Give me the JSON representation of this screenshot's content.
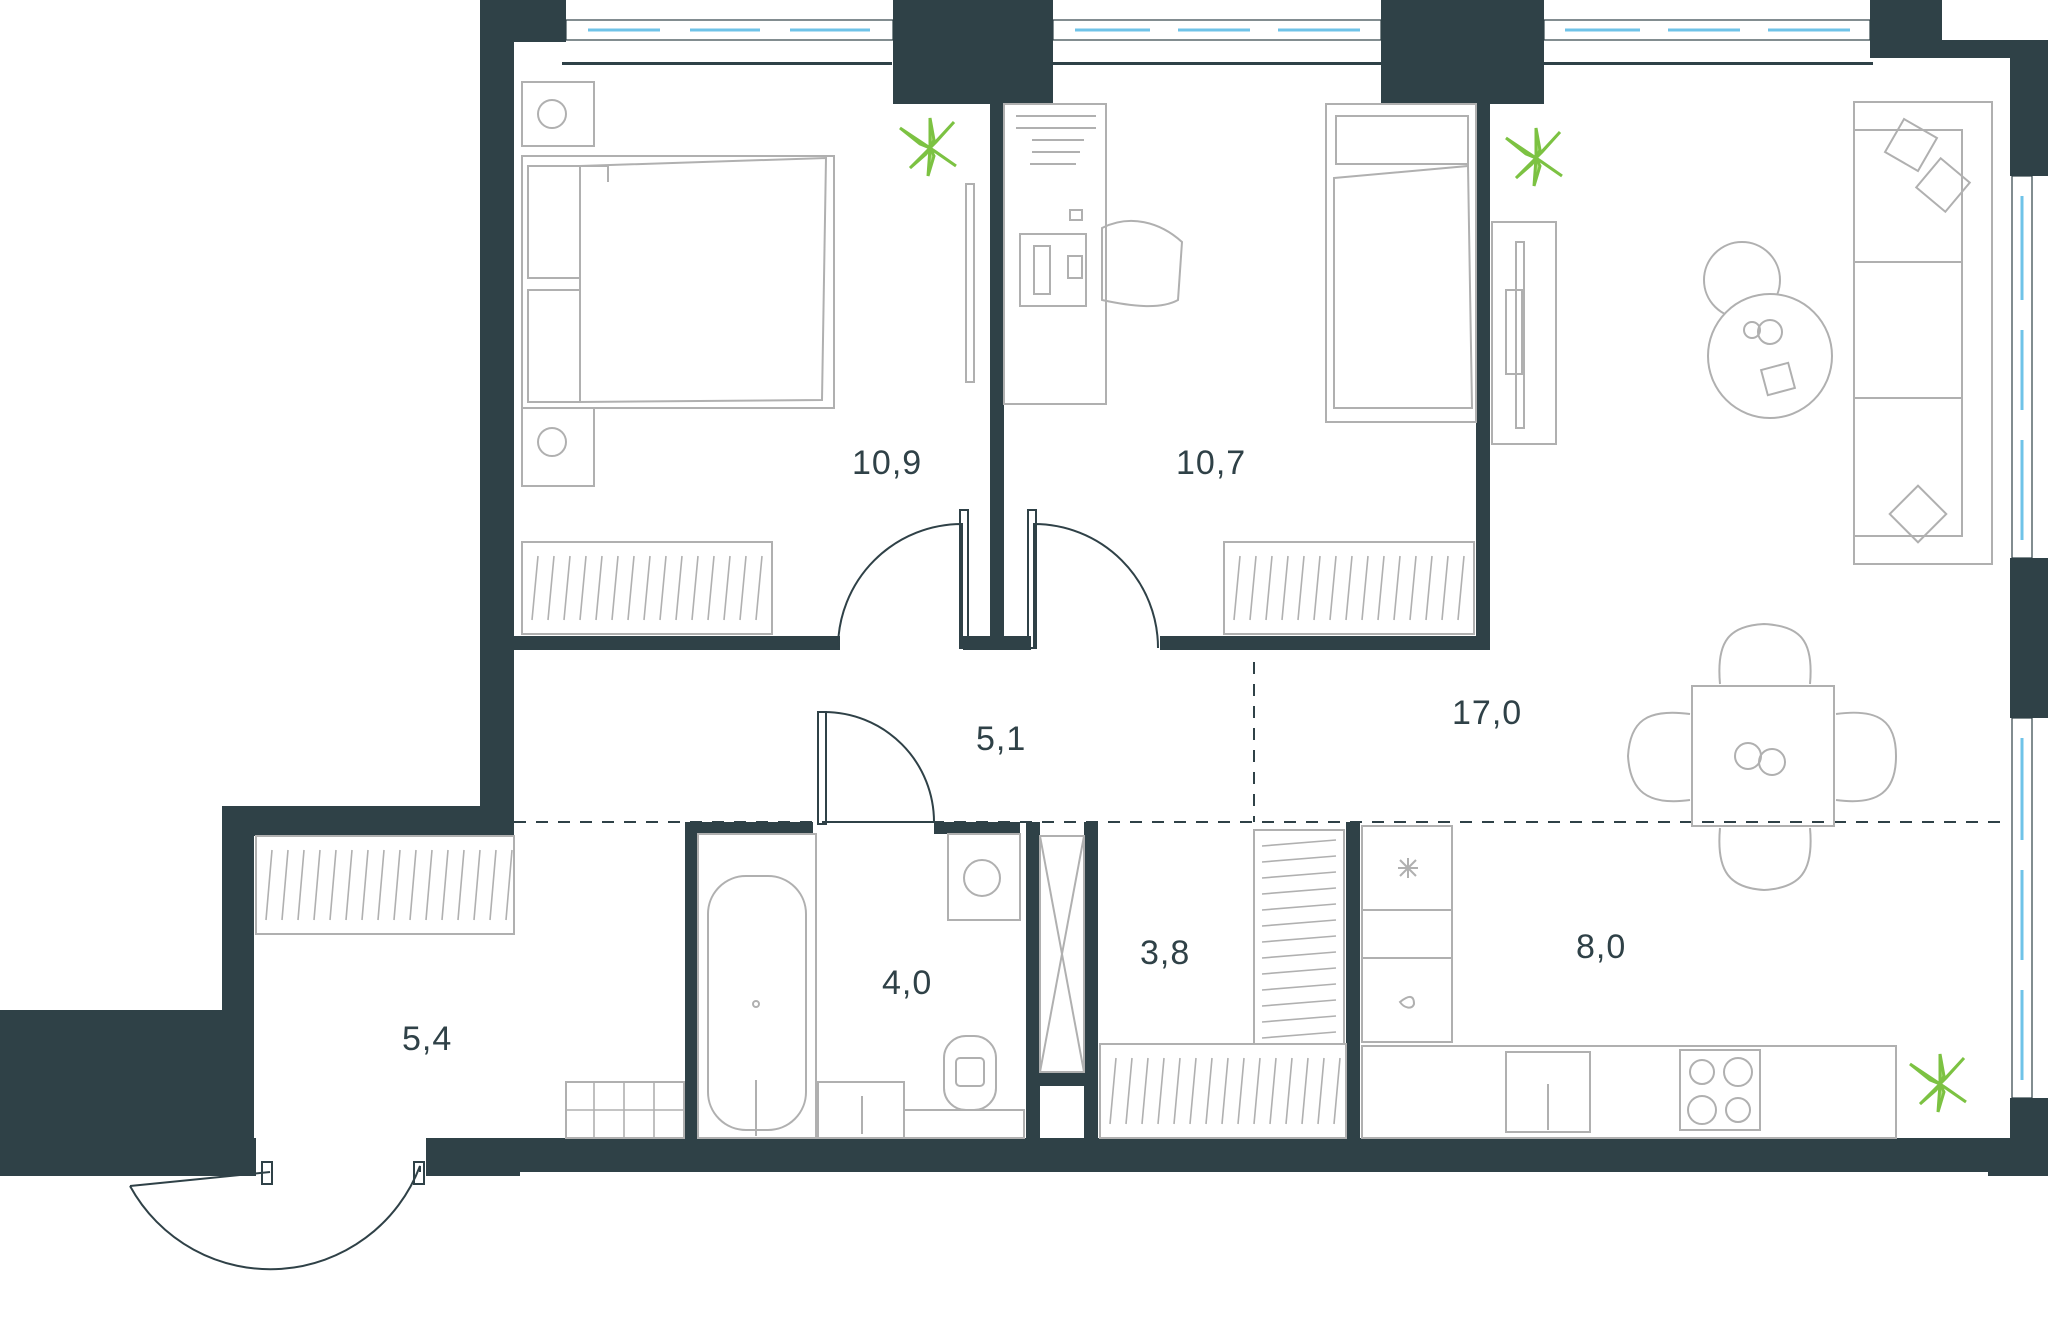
{
  "plan": {
    "rooms": [
      {
        "id": "bedroom-1",
        "area": "10,9"
      },
      {
        "id": "bedroom-2",
        "area": "10,7"
      },
      {
        "id": "hallway",
        "area": "5,1"
      },
      {
        "id": "living-room",
        "area": "17,0"
      },
      {
        "id": "entrance-hall",
        "area": "5,4"
      },
      {
        "id": "bathroom",
        "area": "4,0"
      },
      {
        "id": "storage",
        "area": "3,8"
      },
      {
        "id": "kitchen",
        "area": "8,0"
      }
    ]
  },
  "colors": {
    "wall": "#2f4147",
    "furniture_stroke": "#b0b0b0",
    "window_glass": "#6fc3e8",
    "plant": "#7cc242"
  },
  "icons": [
    "plant-icon",
    "sofa",
    "bed",
    "desk",
    "dining-table",
    "bathtub",
    "toilet",
    "sink",
    "stove",
    "washing-machine"
  ]
}
